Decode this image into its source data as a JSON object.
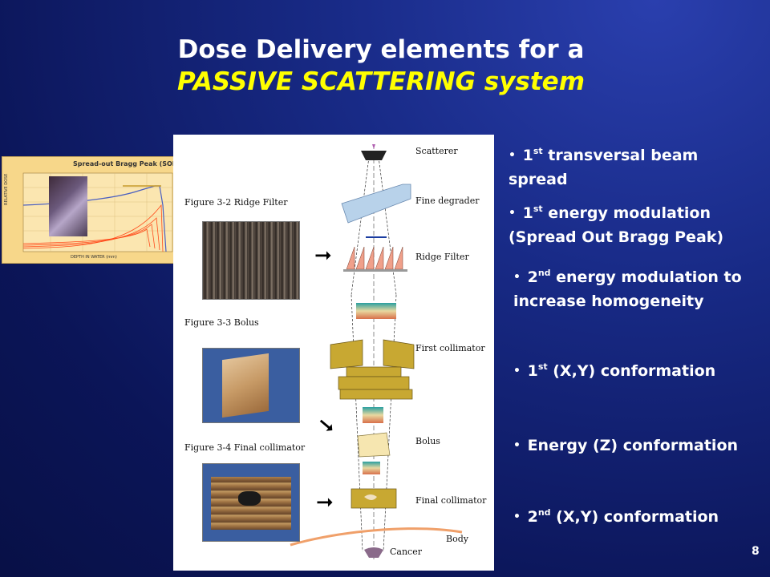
{
  "title": {
    "line1": "Dose Delivery elements for a",
    "line2": "PASSIVE SCATTERING system"
  },
  "bullets": [
    {
      "ord": "1",
      "sup": "st",
      "rest": " transversal beam",
      "cont": "spread"
    },
    {
      "ord": "1",
      "sup": "st",
      "rest": " energy modulation",
      "cont": "(Spread Out Bragg Peak)"
    },
    {
      "ord": "2",
      "sup": "nd",
      "rest": " energy modulation to",
      "cont": "increase homogeneity"
    },
    {
      "ord": "1",
      "sup": "st",
      "rest": " (X,Y) conformation"
    },
    {
      "text": "Energy (Z) conformation"
    },
    {
      "ord": "2",
      "sup": "nd",
      "rest": " (X,Y) conformation"
    }
  ],
  "page_number": "8",
  "figure": {
    "captions": {
      "ridge": "Figure 3-2 Ridge Filter",
      "bolus": "Figure 3-3 Bolus",
      "collimator": "Figure 3-4 Final collimator"
    },
    "labels": {
      "scatterer": "Scatterer",
      "fine_degrader": "Fine degrader",
      "ridge_filter": "Ridge Filter",
      "first_collimator": "First collimator",
      "bolus": "Bolus",
      "final_collimator": "Final collimator",
      "body": "Body",
      "cancer": "Cancer"
    }
  },
  "inset": {
    "title": "Spread-out Bragg Peak (SOBP)",
    "ylabel": "RELATIVE DOSE",
    "xlabel": "DEPTH IN WATER (mm)"
  }
}
